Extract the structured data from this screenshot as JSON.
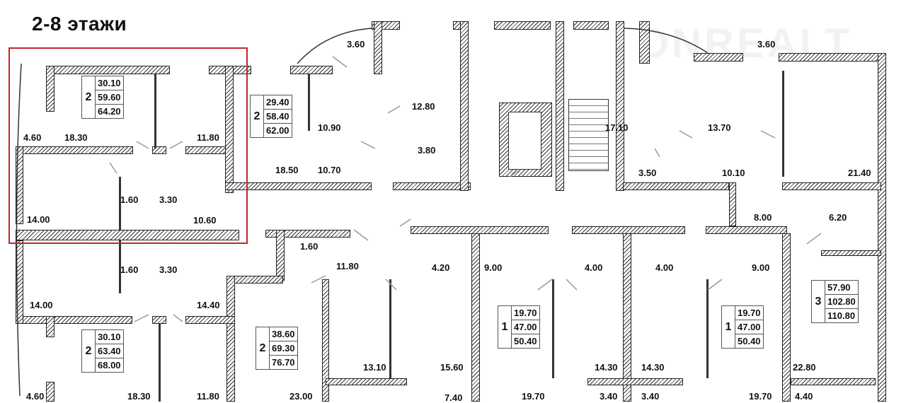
{
  "title": "2-8 этажи",
  "watermark": "ONREALT",
  "colors": {
    "highlight": "#c0272d",
    "wall": "#333333"
  },
  "apartments": [
    {
      "rooms": "2",
      "living": "30.10",
      "total": "59.60",
      "total_with_balcony": "64.20"
    },
    {
      "rooms": "2",
      "living": "29.40",
      "total": "58.40",
      "total_with_balcony": "62.00"
    },
    {
      "rooms": "2",
      "living": "30.10",
      "total": "63.40",
      "total_with_balcony": "68.00"
    },
    {
      "rooms": "2",
      "living": "38.60",
      "total": "69.30",
      "total_with_balcony": "76.70"
    },
    {
      "rooms": "1",
      "living": "19.70",
      "total": "47.00",
      "total_with_balcony": "50.40"
    },
    {
      "rooms": "1",
      "living": "19.70",
      "total": "47.00",
      "total_with_balcony": "50.40"
    },
    {
      "rooms": "3",
      "living": "57.90",
      "total": "102.80",
      "total_with_balcony": "110.80"
    }
  ],
  "room_areas": [
    "3.60",
    "3.60",
    "12.80",
    "10.90",
    "4.60",
    "18.30",
    "11.80",
    "17.10",
    "13.70",
    "3.80",
    "18.50",
    "10.70",
    "3.50",
    "10.10",
    "21.40",
    "1.60",
    "3.30",
    "14.00",
    "10.60",
    "8.00",
    "6.20",
    "1.60",
    "4.20",
    "9.00",
    "4.00",
    "4.00",
    "9.00",
    "11.80",
    "1.60",
    "3.30",
    "14.00",
    "14.40",
    "13.10",
    "15.60",
    "14.30",
    "14.30",
    "22.80",
    "18.30",
    "11.80",
    "4.60",
    "23.00",
    "7.40",
    "19.70",
    "3.40",
    "3.40",
    "19.70",
    "4.40"
  ]
}
